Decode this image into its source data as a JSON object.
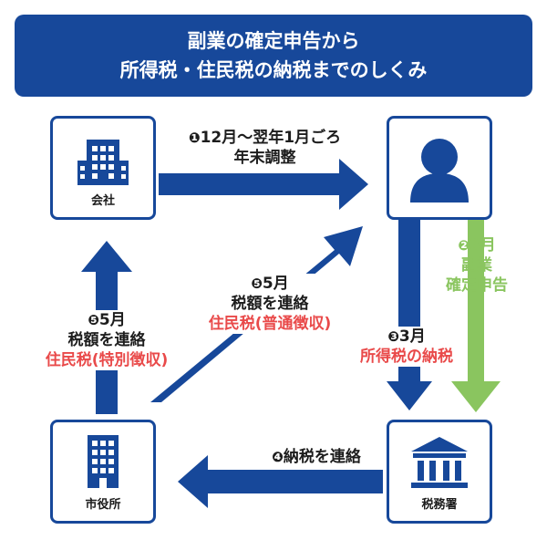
{
  "title": {
    "line1": "副業の確定申告から",
    "line2": "所得税・住民税の納税までのしくみ"
  },
  "nodes": {
    "company": "会社",
    "person": "",
    "city_office": "市役所",
    "tax_office": "税務署"
  },
  "flows": {
    "step1": {
      "marker": "❶",
      "line1": "12月〜翌年1月ごろ",
      "line2": "年末調整"
    },
    "step2": {
      "marker": "❷",
      "line1": "3月",
      "line2": "副業",
      "line3": "確定申告"
    },
    "step3": {
      "marker": "❸",
      "line1": "3月",
      "line2": "所得税の納税"
    },
    "step4": {
      "marker": "❹",
      "line1": "納税を連絡"
    },
    "step5_center": {
      "marker": "❺",
      "line1": "5月",
      "line2": "税額を連絡",
      "line3": "住民税(普通徴収)"
    },
    "step5_left": {
      "marker": "❺",
      "line1": "5月",
      "line2": "税額を連絡",
      "line3": "住民税(特別徴収)"
    }
  },
  "icons": {
    "company": "building-icon",
    "person": "person-icon",
    "city_office": "office-building-icon",
    "tax_office": "government-building-icon"
  },
  "colors": {
    "primary": "#17489a",
    "accent_red": "#e94a4a",
    "accent_green": "#8ac55f"
  }
}
